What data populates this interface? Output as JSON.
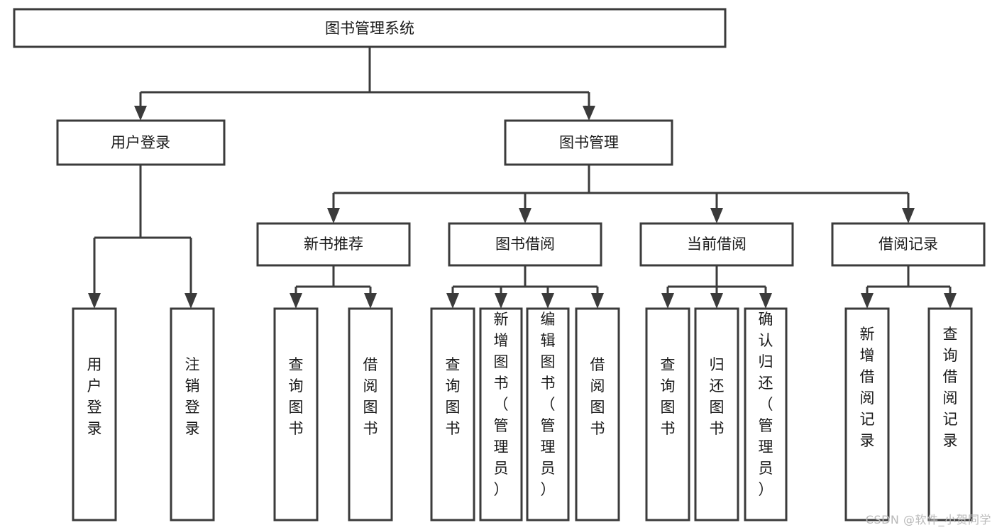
{
  "diagram": {
    "title": "图书管理系统",
    "type": "tree-hierarchy-diagram",
    "colors": {
      "stroke": "#3b3b3b",
      "fill": "#ffffff",
      "text": "#1a1a1a",
      "watermark": "#b9b9b9"
    },
    "root": {
      "label": "图书管理系统"
    },
    "level2": [
      {
        "label": "用户登录"
      },
      {
        "label": "图书管理"
      }
    ],
    "level3": [
      {
        "label": "新书推荐"
      },
      {
        "label": "图书借阅"
      },
      {
        "label": "当前借阅"
      },
      {
        "label": "借阅记录"
      }
    ],
    "leaves": {
      "user_login": [
        {
          "label": "用户登录"
        },
        {
          "label": "注销登录"
        }
      ],
      "new_book_recommend": [
        {
          "label": "查询图书"
        },
        {
          "label": "借阅图书"
        }
      ],
      "book_borrow": [
        {
          "label": "查询图书"
        },
        {
          "label": "新增图书（管理员）"
        },
        {
          "label": "编辑图书（管理员）"
        },
        {
          "label": "借阅图书"
        }
      ],
      "current_borrow": [
        {
          "label": "查询图书"
        },
        {
          "label": "归还图书"
        },
        {
          "label": "确认归还（管理员）"
        }
      ],
      "borrow_record": [
        {
          "label": "新增借阅记录"
        },
        {
          "label": "查询借阅记录"
        }
      ]
    }
  },
  "watermark": {
    "text": "CSDN @软件_小贺同学"
  }
}
